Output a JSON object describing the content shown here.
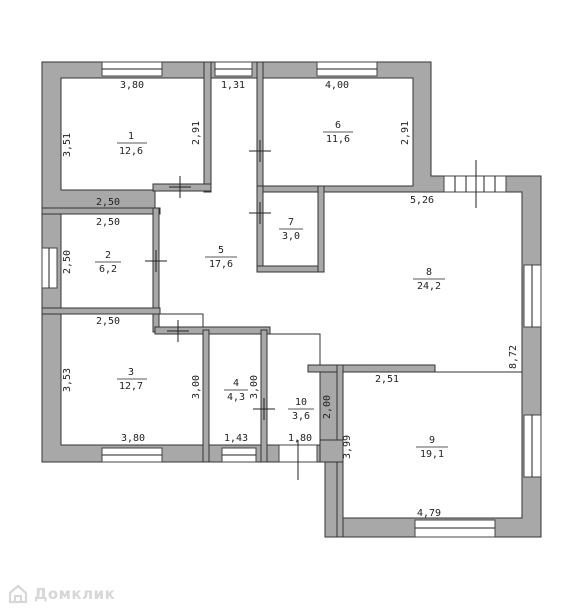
{
  "rooms": [
    {
      "num": "1",
      "area": "12,6"
    },
    {
      "num": "2",
      "area": "6,2"
    },
    {
      "num": "3",
      "area": "12,7"
    },
    {
      "num": "4",
      "area": "4,3"
    },
    {
      "num": "5",
      "area": "17,6"
    },
    {
      "num": "6",
      "area": "11,6"
    },
    {
      "num": "7",
      "area": "3,0"
    },
    {
      "num": "8",
      "area": "24,2"
    },
    {
      "num": "9",
      "area": "19,1"
    },
    {
      "num": "10",
      "area": "3,6"
    }
  ],
  "dims": {
    "r1_top": "3,80",
    "r1_left": "3,51",
    "r1_right": "2,91",
    "r1_bottom": "2,50",
    "corr_top": "1,31",
    "r6_top": "4,00",
    "r6_right": "2,91",
    "r2_top": "2,50",
    "r2_left": "2,50",
    "r3_top": "2,50",
    "r3_left": "3,53",
    "r3_right": "3,00",
    "r3_bottom": "3,80",
    "r4_bottom": "1,43",
    "r4_right": "3,00",
    "r10_bottom": "1,80",
    "r10_right": "2,00",
    "r8_top": "5,26",
    "r8_right": "8,72",
    "r9_top": "2,51",
    "r9_left": "3,99",
    "r9_bottom": "4,79"
  },
  "watermark": {
    "text": "Домклик",
    "icon": "house-logo-icon"
  }
}
